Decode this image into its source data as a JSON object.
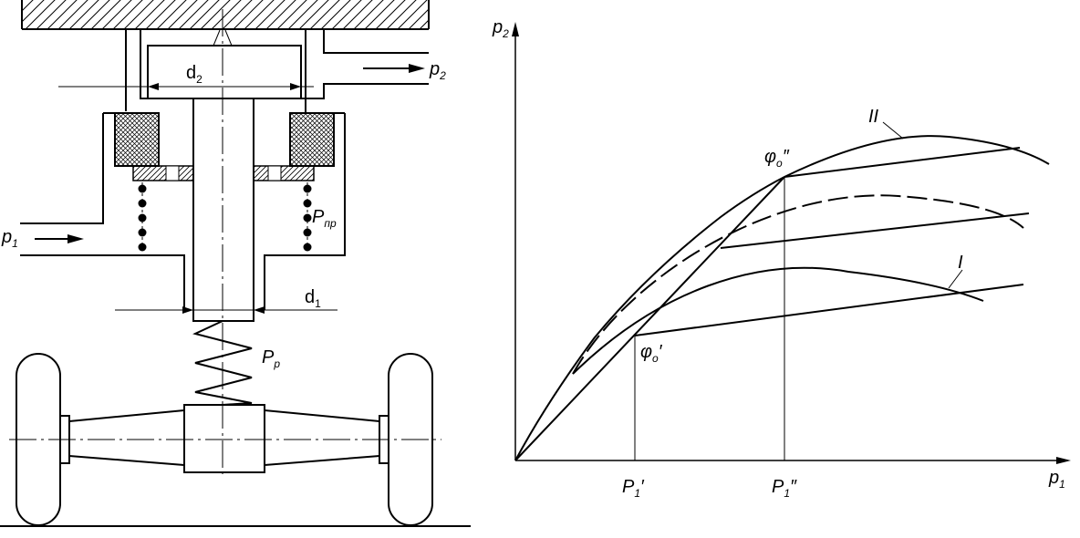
{
  "schematic": {
    "d2": {
      "main": "d",
      "sub": "2"
    },
    "d1": {
      "main": "d",
      "sub": "1"
    },
    "p1": {
      "main": "p",
      "sub": "1"
    },
    "p2": {
      "main": "p",
      "sub": "2"
    },
    "p_pr": {
      "main": "P",
      "sub": "пр"
    },
    "p_p": {
      "main": "P",
      "sub": "р"
    }
  },
  "graph": {
    "y_axis": {
      "main": "p",
      "sub": "2"
    },
    "x_axis": {
      "main": "p",
      "sub": "1"
    },
    "tick_1": {
      "main": "P",
      "sub": "1",
      "prime": "′"
    },
    "tick_2": {
      "main": "P",
      "sub": "1",
      "prime": "″"
    },
    "phi_1": {
      "main": "φ",
      "sub": "o",
      "prime": "′"
    },
    "phi_2": {
      "main": "φ",
      "sub": "o",
      "prime": "″"
    },
    "curve_1": "I",
    "curve_2": "II"
  },
  "colors": {
    "ink": "#000000",
    "paper": "#ffffff"
  }
}
